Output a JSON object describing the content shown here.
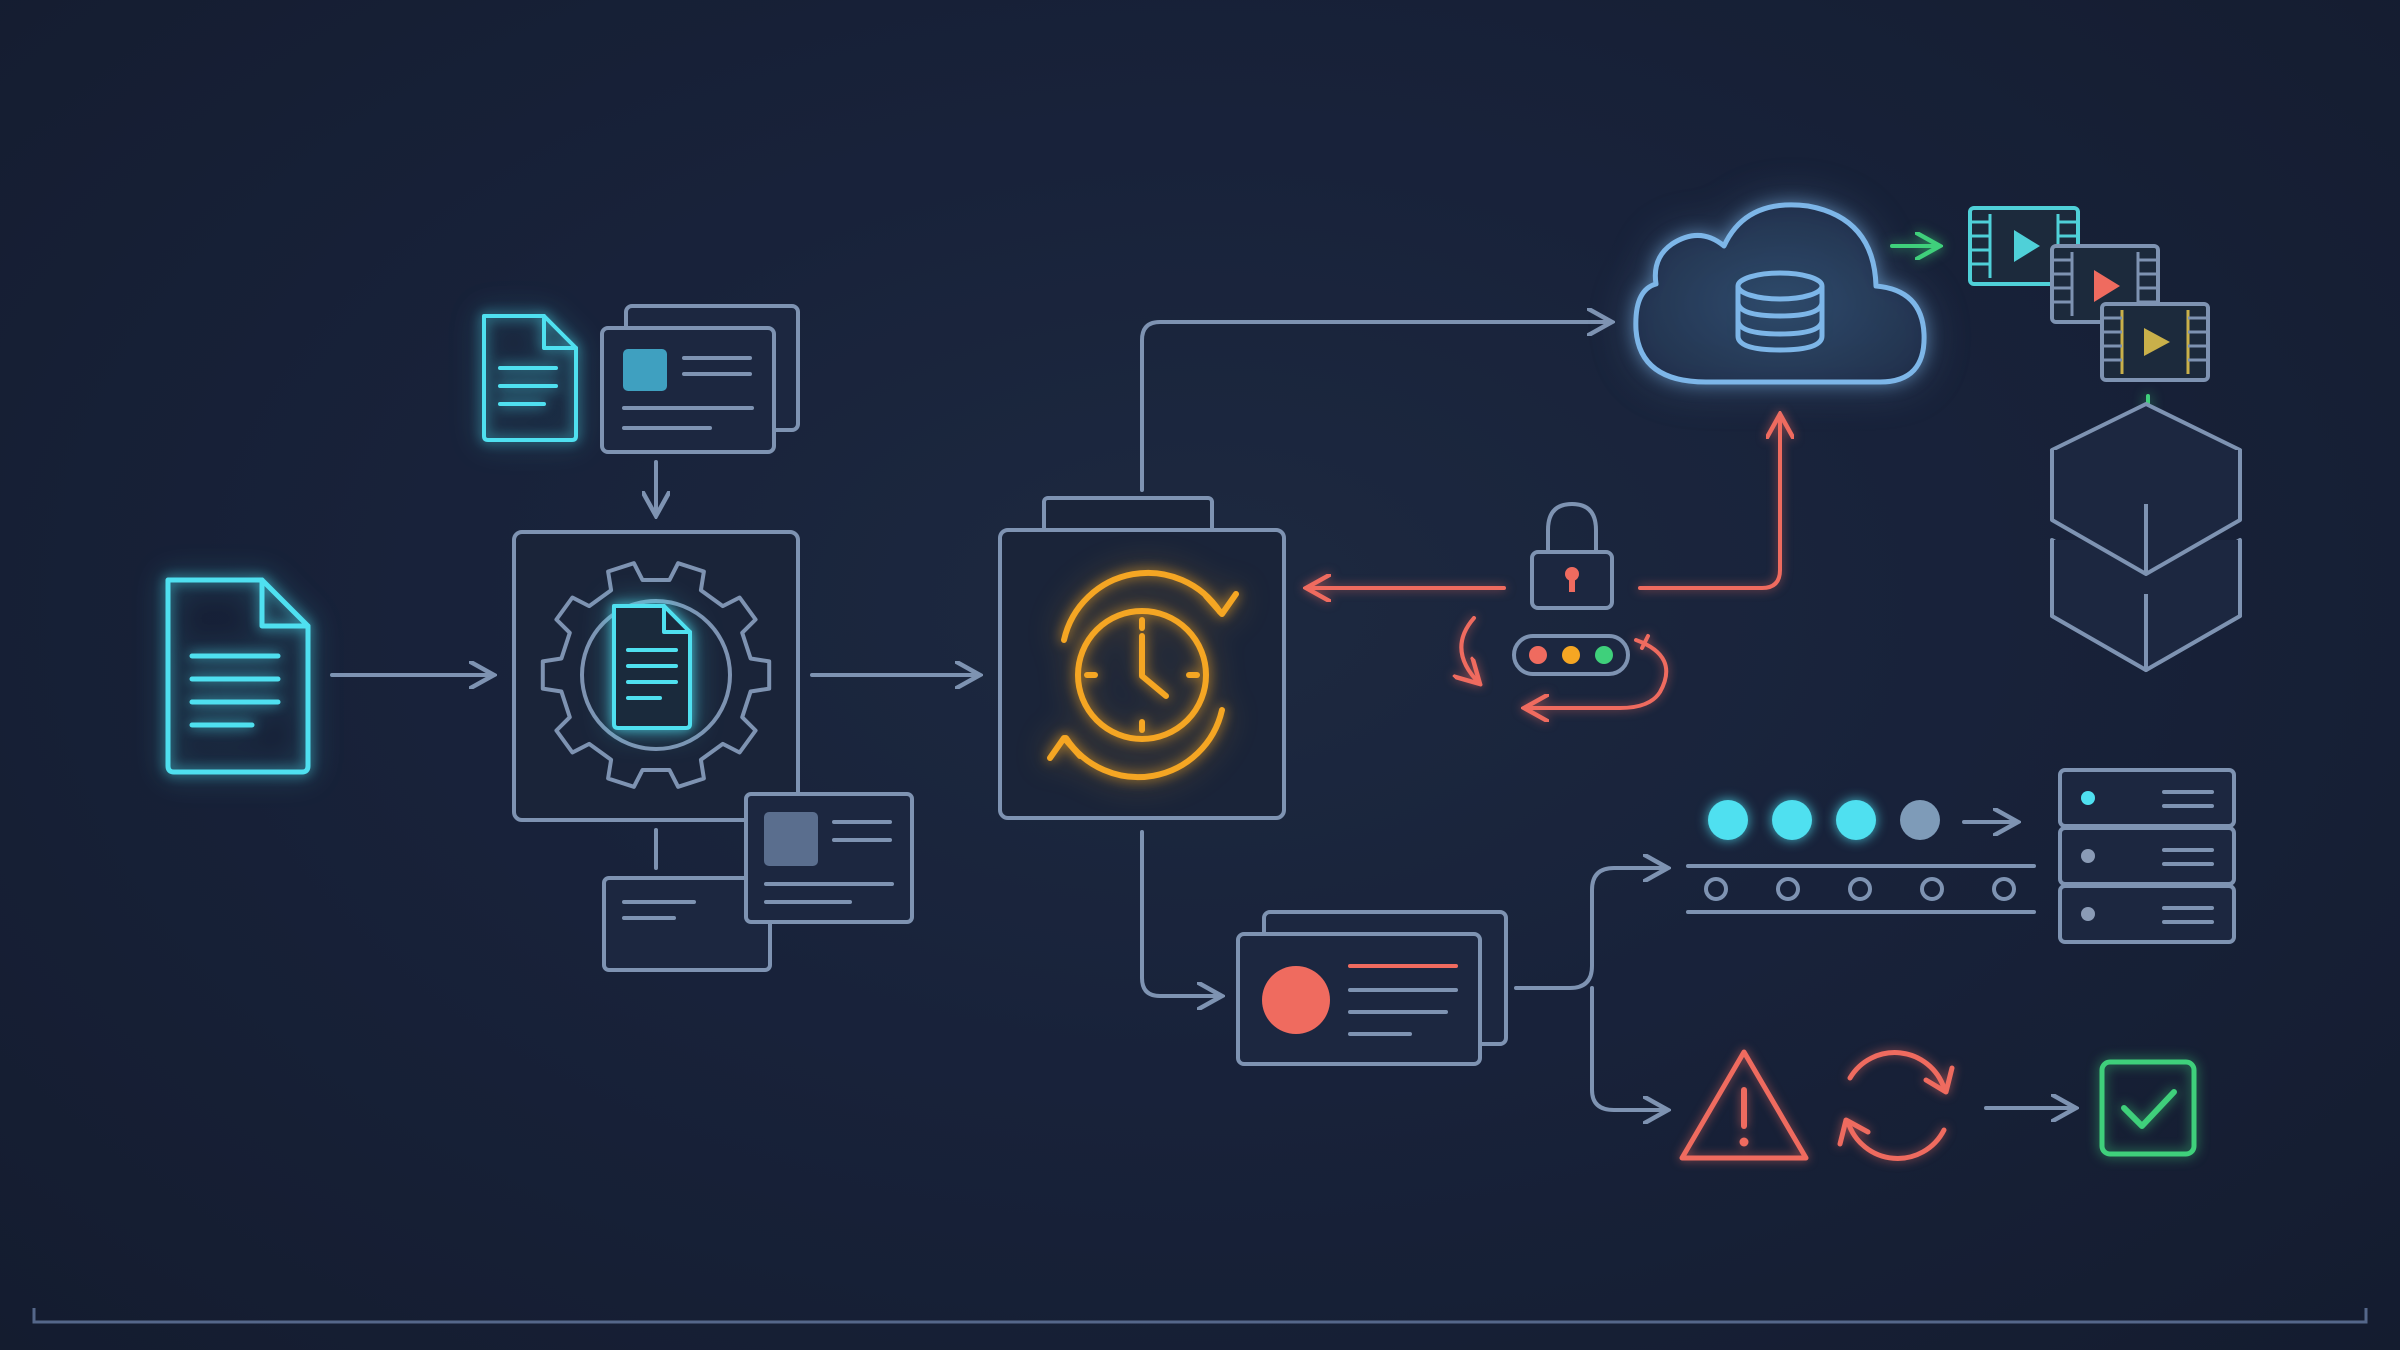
{
  "colors": {
    "background": "#18223a",
    "line": "#6e86a6",
    "card_fill": "#1c2740",
    "cyan": "#4fe0f0",
    "orange": "#f5a623",
    "cloud": "#7db6e8",
    "red": "#ef6b5f",
    "yellow": "#f5a623",
    "green": "#3fd07b",
    "video_teal": "#4fd0d8",
    "video_red": "#ef6b5f",
    "video_olive": "#c9b04a"
  },
  "nodes": [
    {
      "id": "source-document",
      "icon": "document-icon"
    },
    {
      "id": "input-document",
      "icon": "document-icon"
    },
    {
      "id": "input-card",
      "icon": "card-icon"
    },
    {
      "id": "processing-engine",
      "icon": "gear-document-icon"
    },
    {
      "id": "output-cards",
      "icon": "card-icon"
    },
    {
      "id": "scheduler",
      "icon": "clock-sync-icon"
    },
    {
      "id": "cloud-database",
      "icon": "cloud-database-icon"
    },
    {
      "id": "video-frames",
      "icon": "film-icon"
    },
    {
      "id": "storage-boxes",
      "icon": "box-stack-icon"
    },
    {
      "id": "security-lock",
      "icon": "padlock-icon"
    },
    {
      "id": "status-lights",
      "icon": "traffic-light-icon"
    },
    {
      "id": "alert-card",
      "icon": "card-icon"
    },
    {
      "id": "queue-conveyor",
      "icon": "conveyor-icon"
    },
    {
      "id": "server-rack",
      "icon": "server-icon"
    },
    {
      "id": "warning",
      "icon": "warning-icon"
    },
    {
      "id": "retry",
      "icon": "refresh-icon"
    },
    {
      "id": "success",
      "icon": "checkbox-icon"
    }
  ],
  "queue_dots": 4,
  "status_lights": [
    "red",
    "yellow",
    "green"
  ]
}
